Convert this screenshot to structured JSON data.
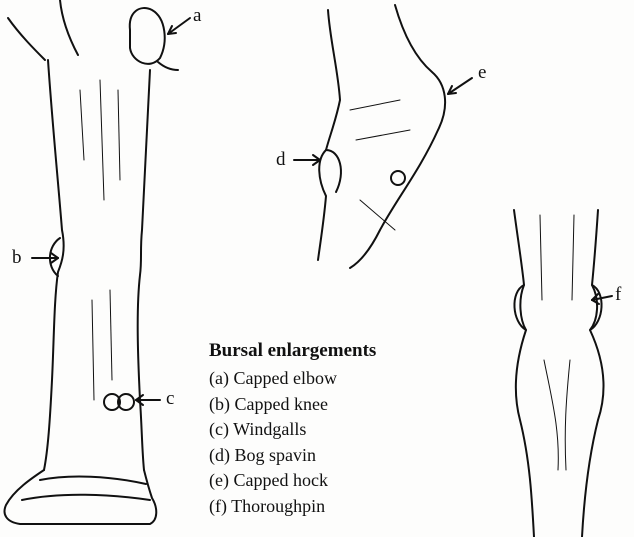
{
  "callouts": [
    {
      "id": "a",
      "letter": "a"
    },
    {
      "id": "b",
      "letter": "b"
    },
    {
      "id": "c",
      "letter": "c"
    },
    {
      "id": "d",
      "letter": "d"
    },
    {
      "id": "e",
      "letter": "e"
    },
    {
      "id": "f",
      "letter": "f"
    }
  ],
  "legend": {
    "title": "Bursal enlargements",
    "items": [
      "(a) Capped elbow",
      "(b) Capped knee",
      "(c) Windgalls",
      "(d) Bog spavin",
      "(e) Capped hock",
      "(f) Thoroughpin"
    ]
  },
  "colors": {
    "ink": "#111111",
    "paper": "#fdfdfc"
  }
}
